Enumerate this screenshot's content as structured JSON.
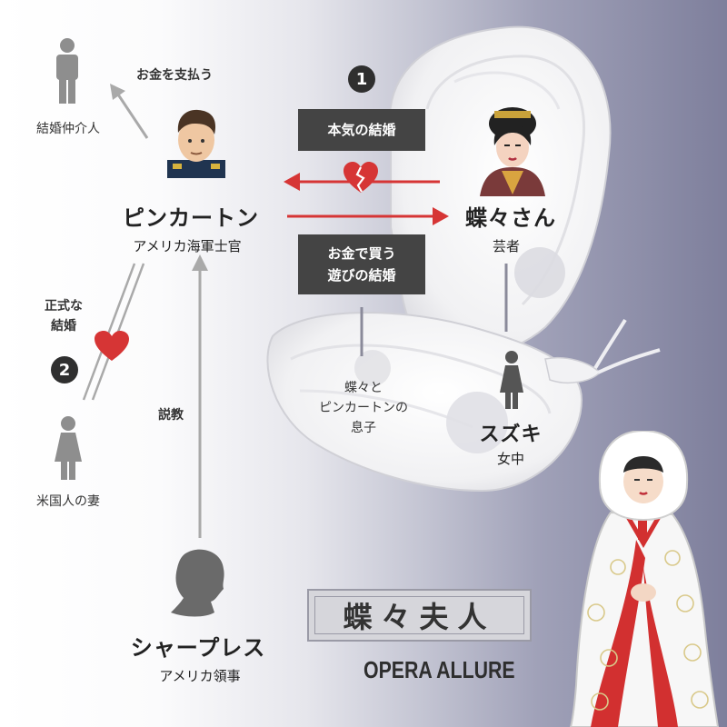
{
  "title": "蝶々夫人",
  "brand": "OPERA ALLURE",
  "colors": {
    "accent_red": "#d63535",
    "box_dark": "#444444",
    "arrow_gray": "#a9a9a9"
  },
  "characters": {
    "pinkerton": {
      "name": "ピンカートン",
      "role": "アメリカ海軍士官"
    },
    "butterfly": {
      "name": "蝶々さん",
      "role": "芸者"
    },
    "suzuki": {
      "name": "スズキ",
      "role": "女中"
    },
    "sharpless": {
      "name": "シャープレス",
      "role": "アメリカ領事"
    },
    "matchmaker": {
      "role": "結婚仲介人"
    },
    "wife": {
      "role": "米国人の妻"
    },
    "son": {
      "lines": [
        "蝶々と",
        "ピンカートンの",
        "息子"
      ]
    }
  },
  "relations": {
    "pay": "お金を支払う",
    "sermon": "説教",
    "serious_marriage": "本気の結婚",
    "bought_marriage": [
      "お金で買う",
      "遊びの結婚"
    ],
    "formal_marriage": [
      "正式な",
      "結婚"
    ],
    "badge1": "1",
    "badge2": "2"
  },
  "icons": [
    "person-icon",
    "heart-icon",
    "broken-heart-icon",
    "butterfly-illustration",
    "bride-illustration",
    "silhouette-icon"
  ]
}
